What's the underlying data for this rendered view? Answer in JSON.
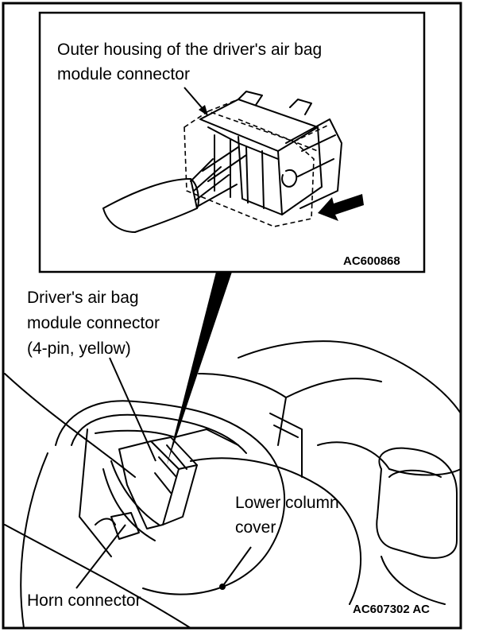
{
  "labels": {
    "outer_housing_line1": "Outer housing of the driver's air bag",
    "outer_housing_line2": "module connector",
    "driver_connector_line1": "Driver's air bag",
    "driver_connector_line2": "module connector",
    "driver_connector_line3": "(4-pin, yellow)",
    "lower_cover_line1": "Lower column",
    "lower_cover_line2": "cover",
    "horn_connector": "Horn connector"
  },
  "figure_codes": {
    "inset": "AC600868",
    "main": "AC607302 AC"
  },
  "colors": {
    "line": "#000000",
    "background": "#ffffff"
  }
}
